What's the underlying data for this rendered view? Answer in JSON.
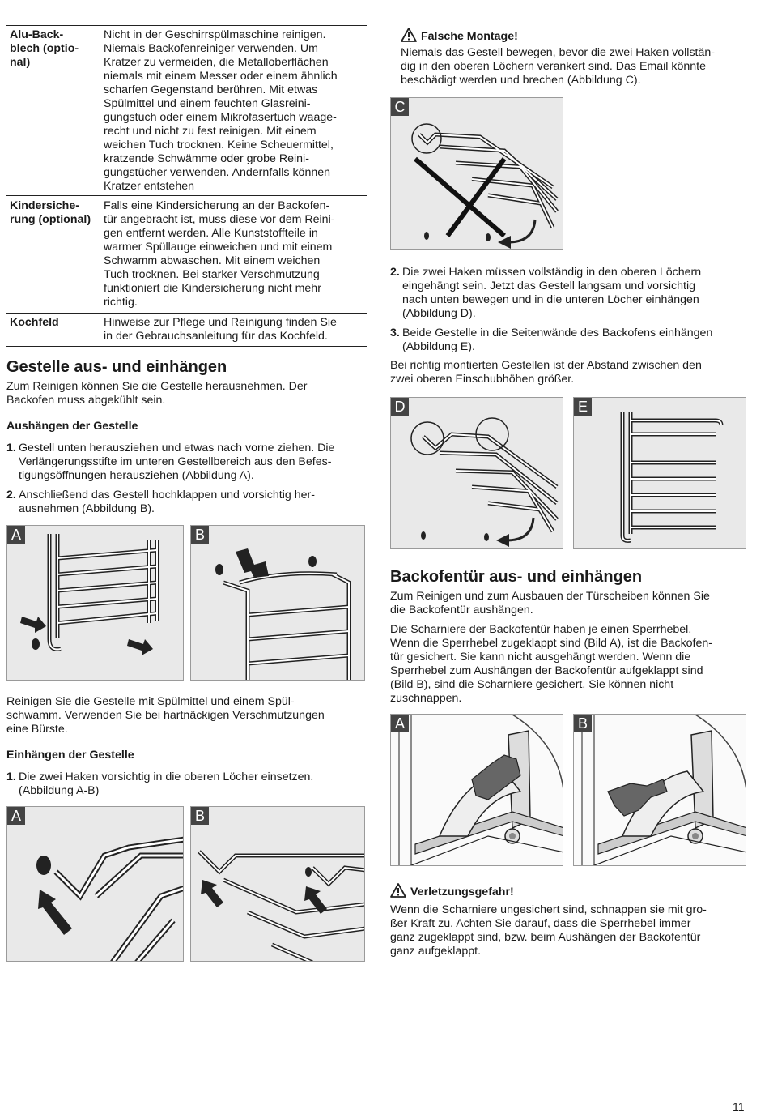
{
  "table": {
    "rows": [
      {
        "label": "Alu-Back­blech (optio­nal)",
        "label_lines": [
          "Alu-Back-",
          "blech (optio-",
          "nal)"
        ],
        "text_lines": [
          "Nicht in der Geschirrspülmaschine reinigen.",
          "Niemals Backofenreiniger verwenden. Um",
          "Kratzer zu vermeiden, die Metalloberflächen",
          "niemals mit einem Messer oder einem ähnlich",
          "scharfen Gegenstand berühren. Mit etwas",
          "Spülmittel und einem feuchten Glasreini-",
          "gungstuch oder einem Mikrofasertuch waage-",
          "recht und nicht zu fest reinigen. Mit einem",
          "weichen Tuch trocknen. Keine Scheuermittel,",
          "kratzende Schwämme oder grobe Reini-",
          "gungstücher verwenden. Andernfalls können",
          "Kratzer entstehen"
        ]
      },
      {
        "label_lines": [
          "Kindersiche-",
          "rung (optional)"
        ],
        "text_lines": [
          "Falls eine Kindersicherung an der Backofen-",
          "tür angebracht ist, muss diese vor dem Reini-",
          "gen entfernt werden. Alle Kunststoffteile in",
          "warmer Spüllauge einweichen und mit einem",
          "Schwamm abwaschen. Mit einem weichen",
          "Tuch trocknen. Bei starker Verschmutzung",
          "funktioniert die Kindersicherung nicht mehr",
          "richtig."
        ]
      },
      {
        "label_lines": [
          "Kochfeld"
        ],
        "text_lines": [
          "Hinweise zur Pflege und Reinigung finden Sie",
          "in der Gebrauchsanleitung für das Kochfeld."
        ]
      }
    ]
  },
  "left": {
    "section_title": "Gestelle aus- und einhängen",
    "intro_lines": [
      "Zum Reinigen können Sie die Gestelle herausnehmen. Der",
      "Backofen muss abgekühlt sein."
    ],
    "remove_heading": "Aushängen der Gestelle",
    "remove_steps": [
      {
        "num": "1.",
        "lines": [
          "Gestell unten herausziehen und etwas nach vorne ziehen. Die",
          "Verlängerungsstifte im unteren Gestellbereich aus den Befes-",
          "tigungsöffnungen herausziehen (Abbildung A)."
        ]
      },
      {
        "num": "2.",
        "lines": [
          "Anschließend das Gestell hochklappen und vorsichtig her-",
          "ausnehmen (Abbildung B)."
        ]
      }
    ],
    "clean_lines": [
      "Reinigen Sie die Gestelle mit Spülmittel und einem Spül-",
      "schwamm. Verwenden Sie bei hartnäckigen Verschmutzungen",
      "eine Bürste."
    ],
    "insert_heading": "Einhängen der Gestelle",
    "insert_steps": [
      {
        "num": "1.",
        "lines": [
          "Die zwei Haken vorsichtig in die oberen Löcher einsetzen.",
          "(Abbildung  A-B)"
        ]
      }
    ],
    "fig_labels": {
      "a": "A",
      "b": "B"
    }
  },
  "right": {
    "warning1_title": "Falsche Montage!",
    "warning1_lines": [
      "Niemals das Gestell bewegen, bevor die zwei Haken vollstän-",
      "dig in den oberen Löchern verankert sind. Das Email könnte",
      "beschädigt werden und brechen (Abbildung C)."
    ],
    "fig_c": "C",
    "steps": [
      {
        "num": "2.",
        "lines": [
          "Die zwei Haken müssen vollständig in den oberen Löchern",
          "eingehängt sein. Jetzt das Gestell langsam und vorsichtig",
          "nach unten bewegen und in die unteren Löcher einhängen",
          "(Abbildung  D)."
        ]
      },
      {
        "num": "3.",
        "lines": [
          "Beide Gestelle in die Seitenwände des Backofens einhängen",
          "(Abbildung  E)."
        ]
      }
    ],
    "distance_lines": [
      "Bei richtig montierten Gestellen ist der Abstand zwischen den",
      "zwei oberen Einschubhöhen größer."
    ],
    "fig_d": "D",
    "fig_e": "E",
    "door_title": "Backofentür aus- und einhängen",
    "door_intro_lines": [
      "Zum Reinigen und zum Ausbauen der Türscheiben können Sie",
      "die Backofentür aushängen."
    ],
    "door_hinge_lines": [
      "Die Scharniere der Backofentür haben je einen Sperrhebel.",
      "Wenn die Sperrhebel zugeklappt sind (Bild A), ist die Backofen-",
      "tür gesichert. Sie kann nicht ausgehängt werden. Wenn die",
      "Sperrhebel zum Aushängen der Backofentür aufgeklappt sind",
      "(Bild B), sind die Scharniere gesichert. Sie können nicht",
      "zuschnappen."
    ],
    "hinge_labels": {
      "a": "A",
      "b": "B"
    },
    "warning2_title": "Verletzungsgefahr!",
    "warning2_lines": [
      "Wenn die Scharniere ungesichert sind, schnappen sie mit gro-",
      "ßer Kraft zu. Achten Sie darauf, dass die Sperrhebel immer",
      "ganz zugeklappt sind, bzw. beim Aushängen der Backofentür",
      "ganz aufgeklappt."
    ]
  },
  "page_number": "11"
}
